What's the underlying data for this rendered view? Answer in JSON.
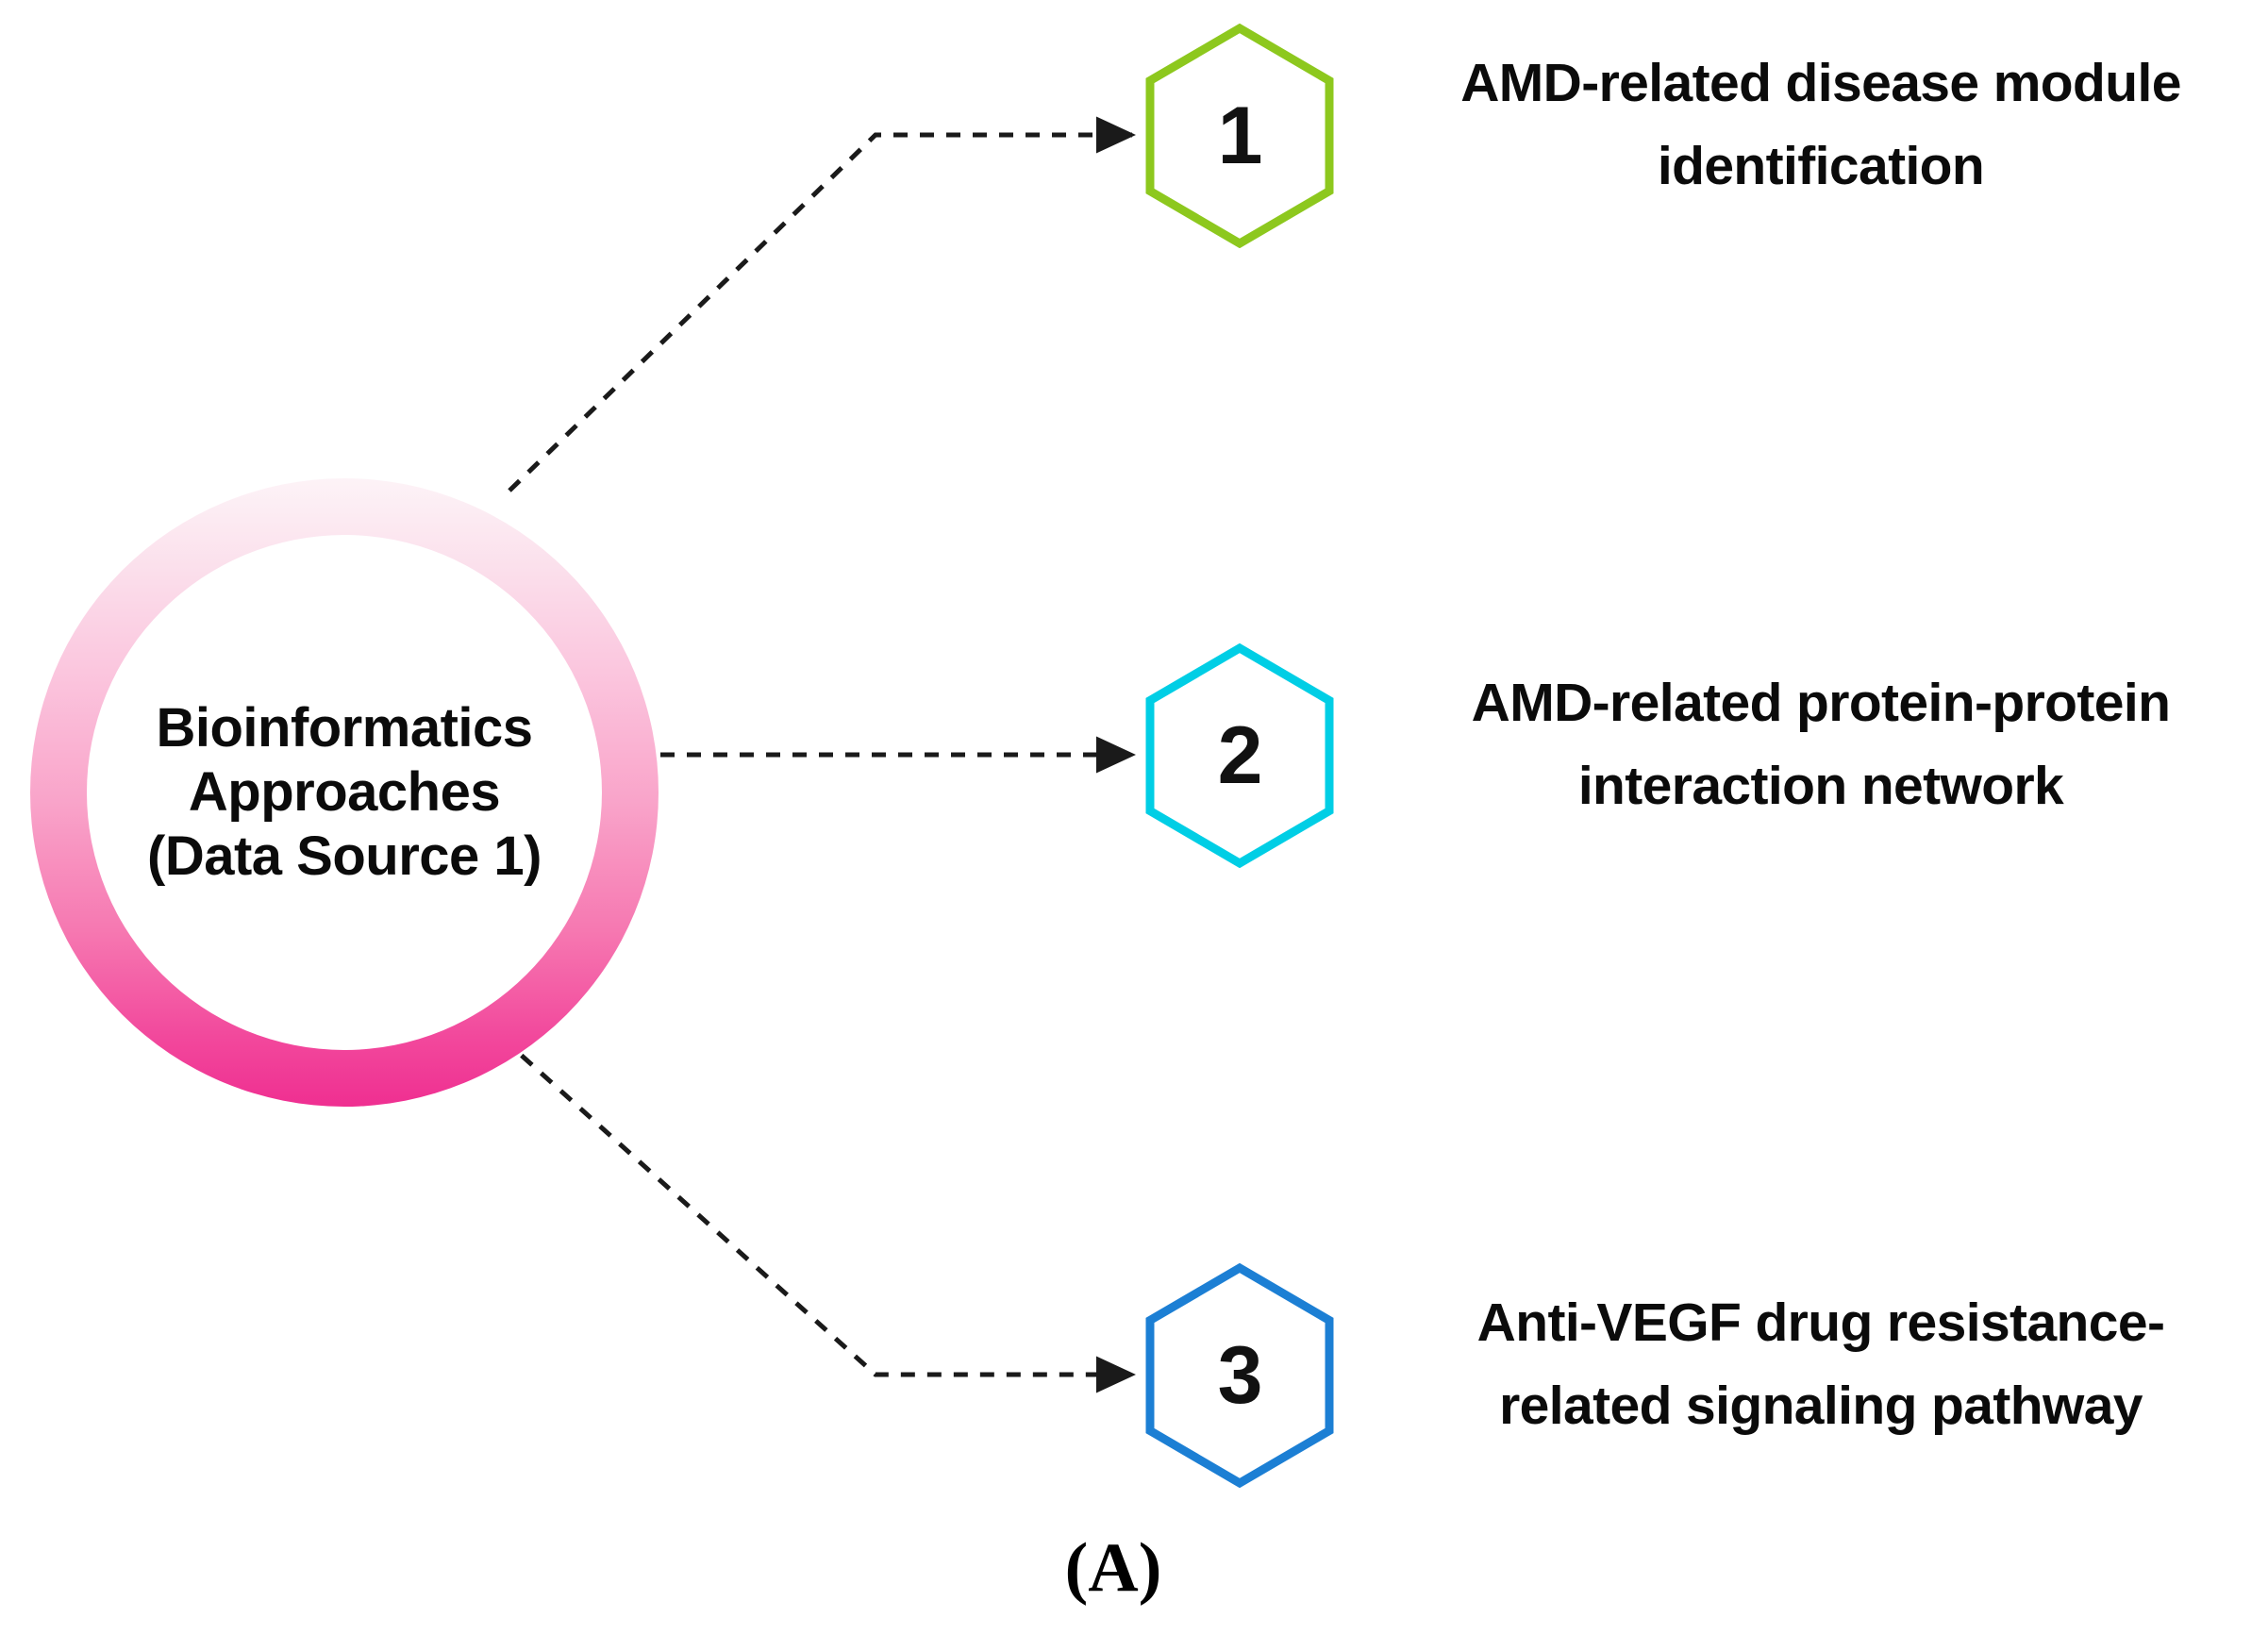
{
  "diagram": {
    "caption": "(A)",
    "hub": {
      "lines": [
        "Bioinformatics",
        "Approaches",
        "(Data Source 1)"
      ],
      "ring_gradient_top": "#fdf3f7",
      "ring_gradient_bottom": "#ef2f91"
    },
    "steps": [
      {
        "number": "1",
        "color": "#8dc81e",
        "lines": [
          "AMD-related disease module",
          "identification"
        ]
      },
      {
        "number": "2",
        "color": "#00cee5",
        "lines": [
          "AMD-related protein-protein",
          "interaction network"
        ]
      },
      {
        "number": "3",
        "color": "#1c7fd4",
        "lines": [
          "Anti-VEGF drug resistance-",
          "related signaling pathway"
        ]
      }
    ],
    "connector_color": "#1a1a1a"
  }
}
